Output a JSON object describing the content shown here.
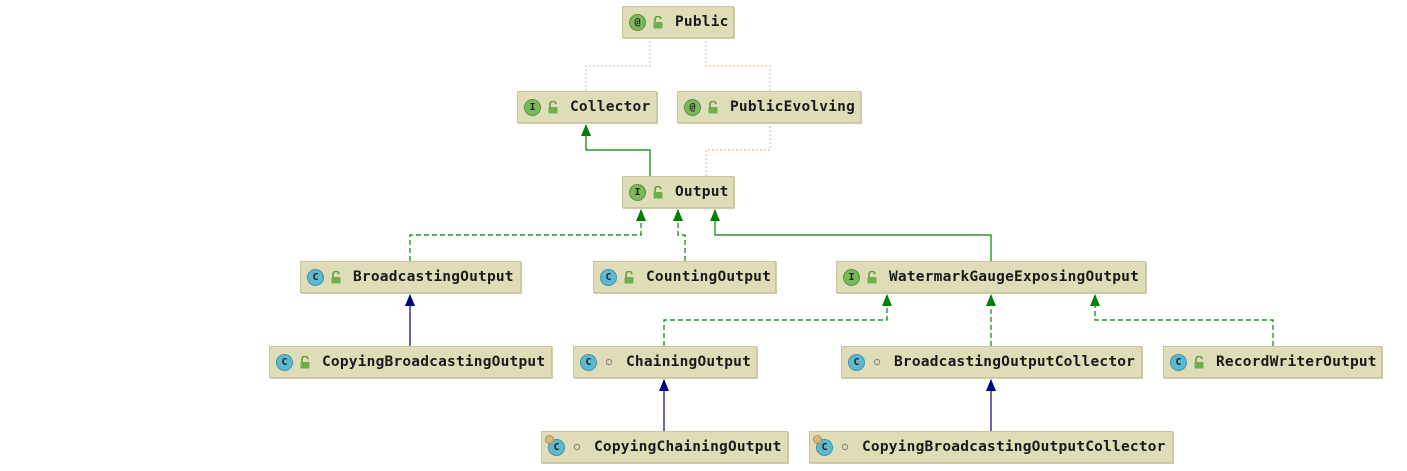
{
  "nodes": [
    {
      "id": "public",
      "label": "Public",
      "kind": "annotation",
      "kind_letter": "@",
      "visibility": "public",
      "icon": "annotation-icon"
    },
    {
      "id": "collector",
      "label": "Collector",
      "kind": "interface",
      "kind_letter": "I",
      "visibility": "public",
      "icon": "interface-icon"
    },
    {
      "id": "publicevolving",
      "label": "PublicEvolving",
      "kind": "annotation",
      "kind_letter": "@",
      "visibility": "public",
      "icon": "annotation-icon"
    },
    {
      "id": "output",
      "label": "Output",
      "kind": "interface",
      "kind_letter": "I",
      "visibility": "public",
      "icon": "interface-icon"
    },
    {
      "id": "broadcastingoutput",
      "label": "BroadcastingOutput",
      "kind": "class",
      "kind_letter": "C",
      "visibility": "public",
      "icon": "class-icon"
    },
    {
      "id": "countingoutput",
      "label": "CountingOutput",
      "kind": "class",
      "kind_letter": "C",
      "visibility": "public",
      "icon": "class-icon"
    },
    {
      "id": "watermarkgauge",
      "label": "WatermarkGaugeExposingOutput",
      "kind": "interface",
      "kind_letter": "I",
      "visibility": "public",
      "icon": "interface-icon"
    },
    {
      "id": "copyingbroadcasting",
      "label": "CopyingBroadcastingOutput",
      "kind": "class",
      "kind_letter": "C",
      "visibility": "public",
      "icon": "class-icon"
    },
    {
      "id": "chainingoutput",
      "label": "ChainingOutput",
      "kind": "class",
      "kind_letter": "C",
      "visibility": "package",
      "icon": "class-icon"
    },
    {
      "id": "broadcastingcollector",
      "label": "BroadcastingOutputCollector",
      "kind": "class",
      "kind_letter": "C",
      "visibility": "package",
      "icon": "class-icon"
    },
    {
      "id": "recordwriteroutput",
      "label": "RecordWriterOutput",
      "kind": "class",
      "kind_letter": "C",
      "visibility": "public",
      "icon": "class-icon"
    },
    {
      "id": "copyingchaining",
      "label": "CopyingChainingOutput",
      "kind": "class",
      "kind_letter": "C",
      "visibility": "package",
      "icon": "class-icon",
      "badge": true
    },
    {
      "id": "copyingbroadcastingcollector",
      "label": "CopyingBroadcastingOutputCollector",
      "kind": "class",
      "kind_letter": "C",
      "visibility": "package",
      "icon": "class-icon",
      "badge": true
    }
  ],
  "edges": [
    {
      "from": "collector",
      "to": "public",
      "type": "annotated"
    },
    {
      "from": "publicevolving",
      "to": "public",
      "type": "annotated"
    },
    {
      "from": "output",
      "to": "collector",
      "type": "extends"
    },
    {
      "from": "output",
      "to": "publicevolving",
      "type": "annotated"
    },
    {
      "from": "broadcastingoutput",
      "to": "output",
      "type": "implements"
    },
    {
      "from": "countingoutput",
      "to": "output",
      "type": "implements"
    },
    {
      "from": "watermarkgauge",
      "to": "output",
      "type": "extends"
    },
    {
      "from": "copyingbroadcasting",
      "to": "broadcastingoutput",
      "type": "class-extends"
    },
    {
      "from": "chainingoutput",
      "to": "watermarkgauge",
      "type": "implements"
    },
    {
      "from": "broadcastingcollector",
      "to": "watermarkgauge",
      "type": "implements"
    },
    {
      "from": "recordwriteroutput",
      "to": "watermarkgauge",
      "type": "implements"
    },
    {
      "from": "copyingchaining",
      "to": "chainingoutput",
      "type": "class-extends"
    },
    {
      "from": "copyingbroadcastingcollector",
      "to": "broadcastingcollector",
      "type": "class-extends"
    }
  ],
  "colors": {
    "node_fill": "#deddb8",
    "node_border": "#c6c5a0",
    "implements_edge": "#008000",
    "class_extends_edge": "#000080",
    "annotation_edge": "#c8a070"
  }
}
